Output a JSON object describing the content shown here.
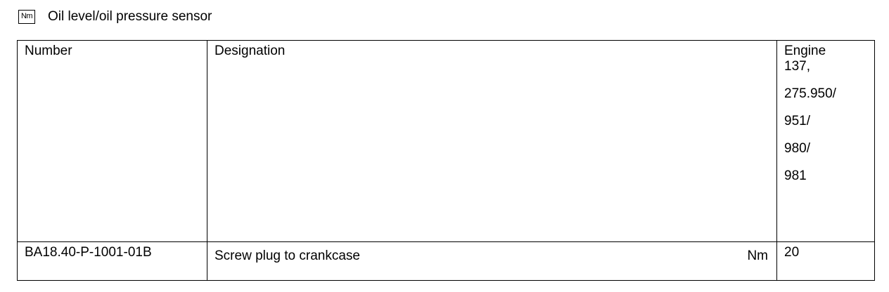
{
  "header": {
    "icon_label": "Nm",
    "title": "Oil level/oil pressure sensor"
  },
  "table": {
    "columns": {
      "number": "Number",
      "designation": "Designation",
      "engine": "Engine"
    },
    "engine_models": [
      "137,",
      "275.950/",
      "951/",
      "980/",
      "981"
    ],
    "rows": [
      {
        "number": "BA18.40-P-1001-01B",
        "designation": "Screw plug to crankcase",
        "unit": "Nm",
        "value": "20"
      }
    ]
  }
}
